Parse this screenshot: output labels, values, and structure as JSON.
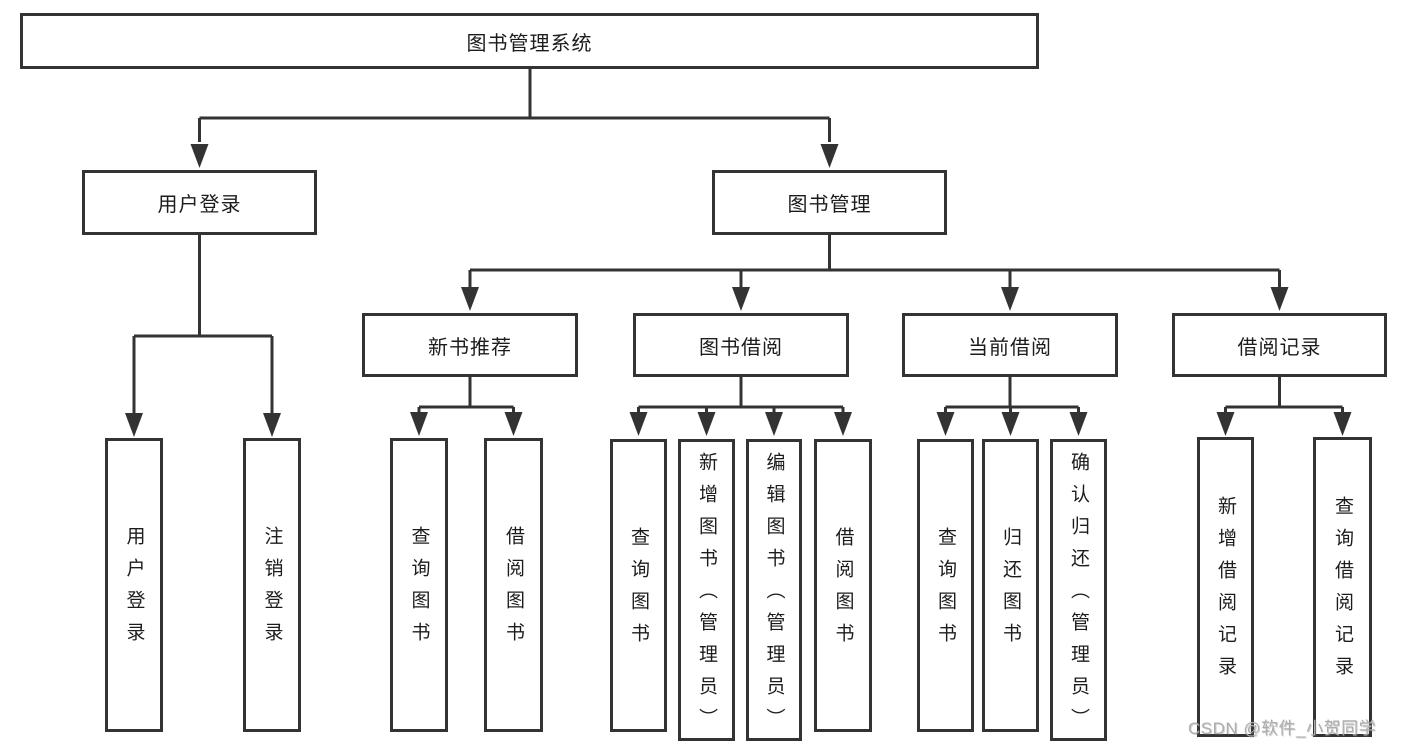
{
  "diagram": {
    "root": {
      "label": "图书管理系统"
    },
    "level2": [
      {
        "label": "用户登录"
      },
      {
        "label": "图书管理"
      }
    ],
    "level3": [
      {
        "label": "新书推荐"
      },
      {
        "label": "图书借阅"
      },
      {
        "label": "当前借阅"
      },
      {
        "label": "借阅记录"
      }
    ],
    "leaves": {
      "login": [
        {
          "label": "用户登录"
        },
        {
          "label": "注销登录"
        }
      ],
      "recommend": [
        {
          "label": "查询图书"
        },
        {
          "label": "借阅图书"
        }
      ],
      "borrow": [
        {
          "label": "查询图书"
        },
        {
          "label": "新增图书（管理员）"
        },
        {
          "label": "编辑图书（管理员）"
        },
        {
          "label": "借阅图书"
        }
      ],
      "current": [
        {
          "label": "查询图书"
        },
        {
          "label": "归还图书"
        },
        {
          "label": "确认归还（管理员）"
        }
      ],
      "records": [
        {
          "label": "新增借阅记录"
        },
        {
          "label": "查询借阅记录"
        }
      ]
    },
    "watermark": "CSDN @软件_小贺同学",
    "colors": {
      "line": "#333333",
      "box_background": "#ffffff",
      "watermark": "#adadad"
    }
  }
}
